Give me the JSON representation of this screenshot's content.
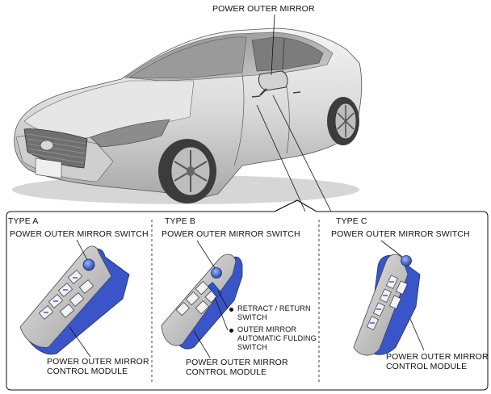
{
  "callout": {
    "mirror_label": "POWER OUTER MIRROR"
  },
  "panel_a": {
    "type_label": "TYPE A",
    "switch_label": "POWER OUTER MIRROR SWITCH",
    "module_line1": "POWER OUTER MIRROR",
    "module_line2": "CONTROL MODULE"
  },
  "panel_b": {
    "type_label": "TYPE B",
    "switch_label": "POWER OUTER MIRROR SWITCH",
    "retract_line1": "RETRACT / RETURN",
    "retract_line2": "SWITCH",
    "folding_line1": "OUTER MIRROR",
    "folding_line2": "AUTOMATIC FULDING",
    "folding_line3": "SWITCH",
    "module_line1": "POWER OUTER MIRROR",
    "module_line2": "CONTROL MODULE"
  },
  "panel_c": {
    "type_label": "TYPE C",
    "switch_label": "POWER OUTER MIRROR SWITCH",
    "module_line1": "POWER OUTER MIRROR",
    "module_line2": "CONTROL MODULE"
  },
  "colors": {
    "module_blue": "#3a55c8",
    "panel_grey": "#c8c8c8",
    "knob_blue": "#2c58c0"
  }
}
